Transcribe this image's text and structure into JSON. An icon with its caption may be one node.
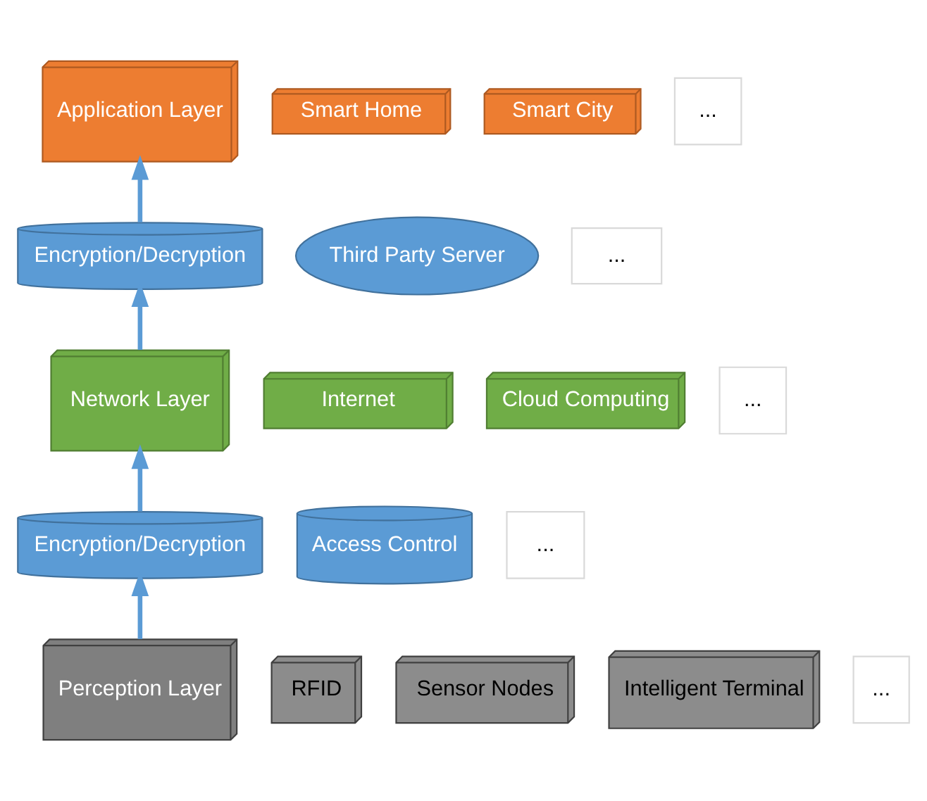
{
  "diagram": {
    "nodes": [
      {
        "text": [
          "Application Layer"
        ]
      },
      {
        "text": [
          "Smart Home"
        ]
      },
      {
        "text": [
          "Smart City"
        ]
      },
      {
        "text": [
          "..."
        ]
      },
      {
        "text": [
          "Encryption/Decryption"
        ]
      },
      {
        "text": [
          "Third Party Server"
        ]
      },
      {
        "text": [
          "..."
        ]
      },
      {
        "text": [
          "Network Layer"
        ]
      },
      {
        "text": [
          "Internet"
        ]
      },
      {
        "text": [
          "Cloud Computing"
        ]
      },
      {
        "text": [
          "..."
        ]
      },
      {
        "text": [
          "Encryption/Decryption"
        ]
      },
      {
        "text": [
          "Access Control"
        ]
      },
      {
        "text": [
          "..."
        ]
      },
      {
        "text": [
          "Perception Layer"
        ]
      },
      {
        "text": [
          "RFID"
        ]
      },
      {
        "text": [
          "Sensor Nodes"
        ]
      },
      {
        "text": [
          "Intelligent Terminal"
        ]
      },
      {
        "text": [
          "..."
        ]
      }
    ],
    "edges": [
      {
        "from": 4,
        "to": 0,
        "arrow": "to"
      },
      {
        "from": 7,
        "to": 4,
        "arrow": "to"
      },
      {
        "from": 11,
        "to": 7,
        "arrow": "to"
      },
      {
        "from": 14,
        "to": 11,
        "arrow": "to"
      }
    ]
  }
}
